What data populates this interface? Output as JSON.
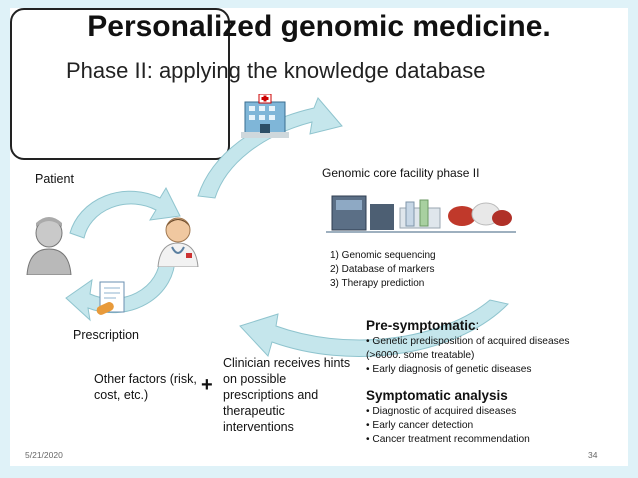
{
  "title": "Personalized genomic medicine.",
  "subtitle": "Phase II: applying the knowledge database",
  "patient_label": "Patient",
  "prescription_label": "Prescription",
  "other_factors": "Other factors (risk, cost, etc.)",
  "plus": "+",
  "clinician_text": "Clinician receives hints on possible prescriptions and therapeutic interventions",
  "facility": {
    "title": "Genomic core facility phase II",
    "steps": [
      "1)  Genomic sequencing",
      "2)  Database of markers",
      "3)  Therapy prediction"
    ]
  },
  "presymptomatic": {
    "heading": "Pre-symptomatic",
    "colon": ":",
    "items": [
      "• Genetic predisposition of acquired diseases",
      "(>6000. some treatable)",
      "• Early diagnosis of genetic diseases"
    ]
  },
  "symptomatic": {
    "heading": "Symptomatic analysis",
    "items": [
      "• Diagnostic of acquired diseases",
      "• Early cancer detection",
      "• Cancer treatment recommendation"
    ]
  },
  "footer": {
    "date": "5/21/2020",
    "page": "34"
  },
  "colors": {
    "arrow": "#c5e6ec",
    "arrow_stroke": "#8fc4ce",
    "background": "#dff2f8"
  }
}
